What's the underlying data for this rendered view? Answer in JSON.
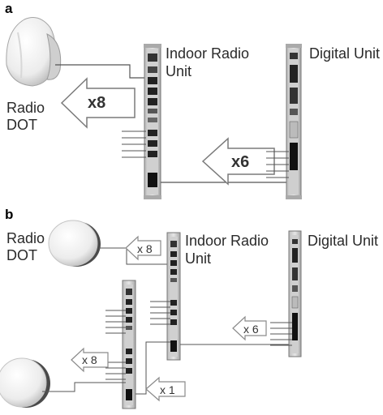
{
  "panel_a": {
    "letter": "a",
    "radio_dot_label": [
      "Radio",
      "DOT"
    ],
    "indoor_radio_unit_label": [
      "Indoor Radio",
      "Unit"
    ],
    "digital_unit_label": "Digital Unit",
    "arrow_left_label": "x8",
    "arrow_right_label": "x6"
  },
  "panel_b": {
    "letter": "b",
    "radio_dot_label": [
      "Radio",
      "DOT"
    ],
    "indoor_radio_unit_label": [
      "Indoor Radio",
      "Unit"
    ],
    "digital_unit_label": "Digital Unit",
    "arrow_top_label": "x 8",
    "arrow_mid_label": "x 6",
    "arrow_low_label": "x 8",
    "arrow_bottom_label": "x 1"
  },
  "colors": {
    "line": "#555555",
    "arrow_fill": "#ffffff",
    "arrow_stroke": "#7a7a7a",
    "unit_body": "#d8d8d8",
    "unit_dark": "#1e1e1e"
  }
}
